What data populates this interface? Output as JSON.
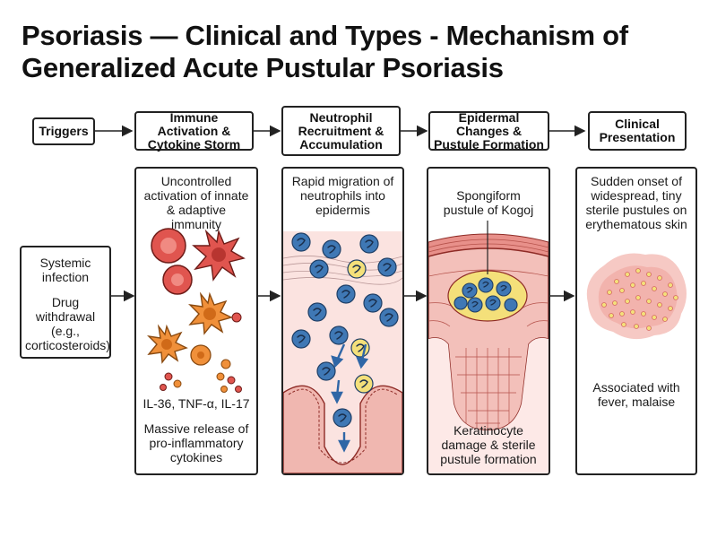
{
  "title": "Psoriasis — Clinical and Types - Mechanism of Generalized Acute Pustular Psoriasis",
  "stages": [
    {
      "label": "Triggers"
    },
    {
      "label": "Immune Activation & Cytokine Storm"
    },
    {
      "label": "Neutrophil Recruitment & Accumulation"
    },
    {
      "label": "Epidermal Changes & Pustule Formation"
    },
    {
      "label": "Clinical Presentation"
    }
  ],
  "triggers": {
    "items": [
      "Systemic infection",
      "Drug withdrawal (e.g., corticosteroids)"
    ]
  },
  "immune": {
    "top_text": "Uncontrolled activation of innate & adaptive immunity",
    "cytokines": "IL-36, TNF-α, IL-17",
    "bottom_text": "Massive release of pro-inflammatory cytokines"
  },
  "neutrophil": {
    "top_text": "Rapid migration of neutrophils into epidermis"
  },
  "epidermal": {
    "pustule_label": "Spongiform pustule of Kogoj",
    "bottom_text": "Keratinocyte damage & sterile pustule formation"
  },
  "clinical": {
    "top_text": "Sudden onset of widespread, tiny sterile pustules on erythematous skin",
    "bottom_text": "Associated with fever, malaise"
  },
  "colors": {
    "outline": "#222222",
    "red_cell": "#e0554f",
    "orange_cell": "#f0903a",
    "neutrophil_blue": "#3f78b5",
    "pustule_yellow": "#f4e07a",
    "skin_pink": "#f6c9c4"
  }
}
